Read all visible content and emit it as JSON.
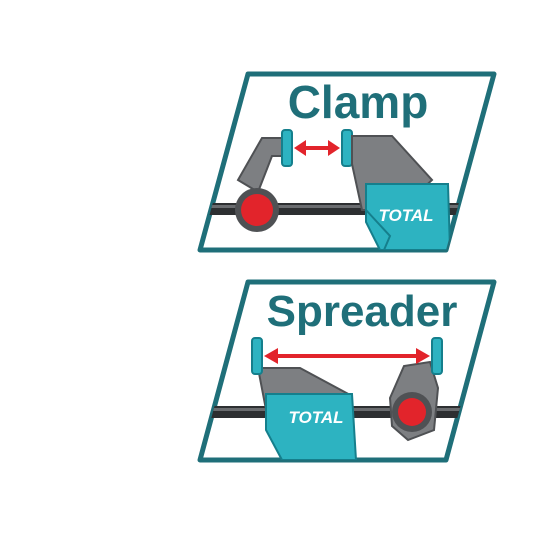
{
  "panels": {
    "clamp": {
      "title": "Clamp",
      "brand": "TOTAL"
    },
    "spreader": {
      "title": "Spreader",
      "brand": "TOTAL"
    }
  },
  "colors": {
    "frame": "#1f6f79",
    "teal": "#2db3c1",
    "teal_dark": "#157f8c",
    "red": "#e2242b",
    "gray": "#7d7f82",
    "gray_dark": "#4f5154",
    "bar": "#2d2f31"
  }
}
